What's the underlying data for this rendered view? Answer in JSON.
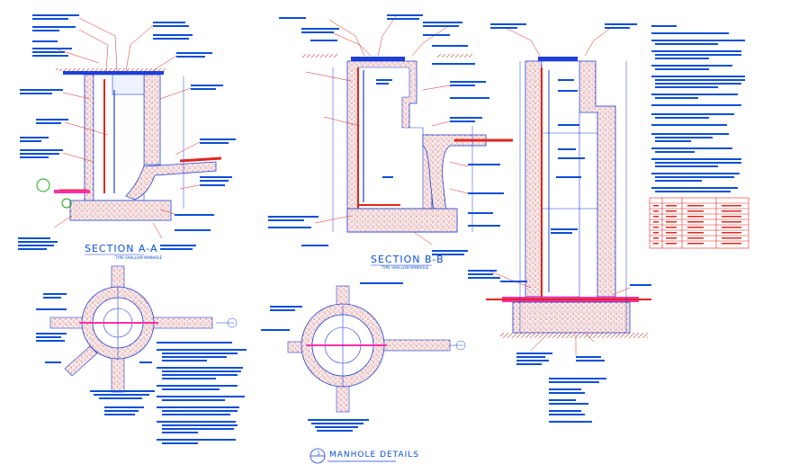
{
  "drawing": {
    "title": "MANHOLE DETAILS",
    "detail_number": "1",
    "section_a_title": "SECTION A-A",
    "section_a_subtitle": "TYPE SHALLOW MANHOLE",
    "section_b_title": "SECTION B-B",
    "section_b_subtitle": "TYPE SHALLOW MANHOLE"
  },
  "colors": {
    "background": "#ffffff",
    "annotation_blue": "#0a4fd6",
    "leader_red": "#e0261e",
    "concrete_stipple": "#c0392b",
    "pipe_magenta": "#ff2fa8",
    "wall_blue": "#1d3fd8",
    "table_red": "#e0261e",
    "green_callout": "#1aa51a"
  }
}
